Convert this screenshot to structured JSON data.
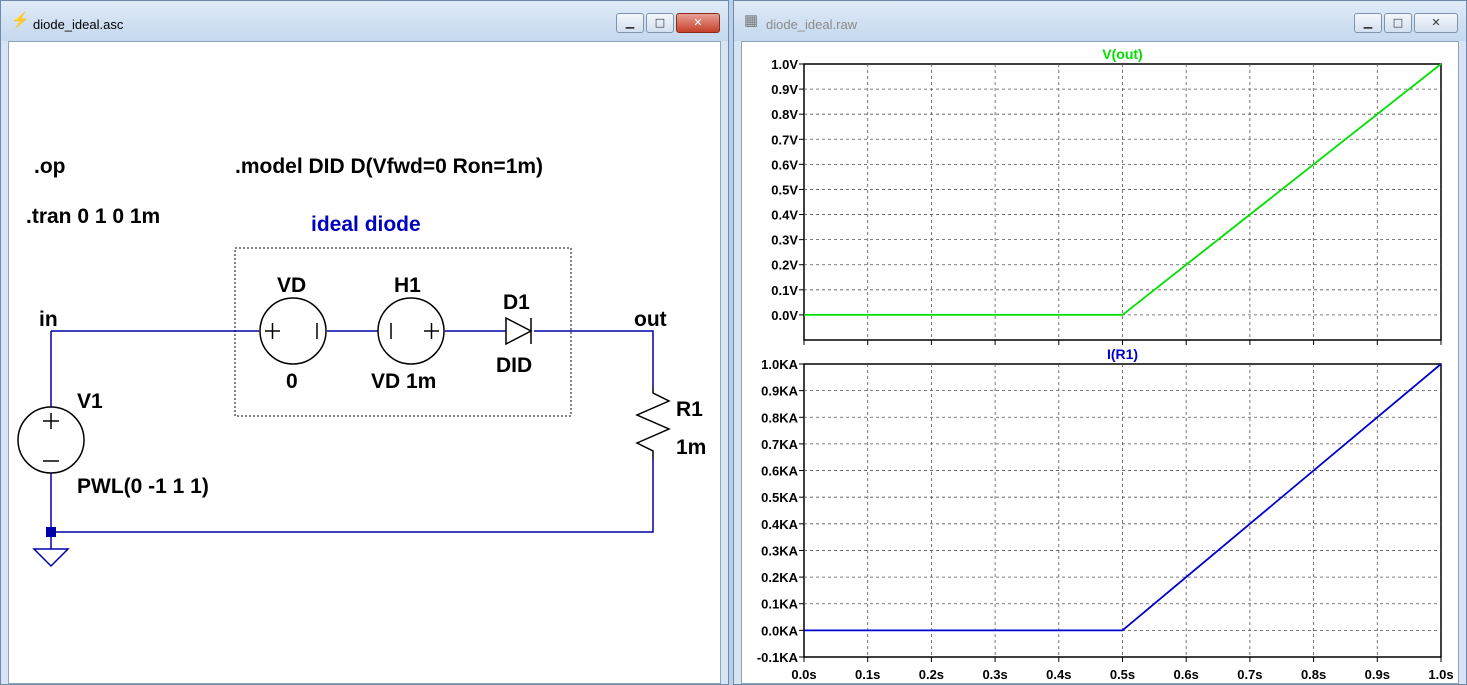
{
  "schematic_window": {
    "title": "diode_ideal.asc",
    "icon": "ltspice-schematic-icon",
    "buttons": {
      "minimize": "▁",
      "maximize": "□",
      "close": "✕"
    },
    "directives": [
      ".op",
      ".tran 0 1 0 1m",
      ".model DID D(Vfwd=0 Ron=1m)"
    ],
    "group_label": "ideal diode",
    "components": {
      "VD": {
        "name": "VD",
        "value": "0"
      },
      "H1": {
        "name": "H1",
        "value": "VD 1m"
      },
      "D1": {
        "name": "D1",
        "value": "DID"
      },
      "V1": {
        "name": "V1",
        "value": "PWL(0 -1 1 1)"
      },
      "R1": {
        "name": "R1",
        "value": "1m"
      }
    },
    "nets": {
      "in": "in",
      "out": "out"
    },
    "colors": {
      "wire": "#0000aa",
      "text": "#000000",
      "label": "#0000c0"
    }
  },
  "waveform_window": {
    "title": "diode_ideal.raw",
    "icon": "waveform-viewer-icon",
    "buttons": {
      "minimize": "▁",
      "maximize": "□",
      "close": "✕"
    },
    "x_tick_labels": [
      "0.0s",
      "0.1s",
      "0.2s",
      "0.3s",
      "0.4s",
      "0.5s",
      "0.6s",
      "0.7s",
      "0.8s",
      "0.9s",
      "1.0s"
    ],
    "chart_data": [
      {
        "type": "line",
        "title": "V(out)",
        "series": [
          {
            "name": "V(out)",
            "color": "#00e000",
            "x": [
              0,
              0.5,
              1.0
            ],
            "y": [
              0,
              0,
              1.0
            ]
          }
        ],
        "xlim": [
          0,
          1.0
        ],
        "ylim": [
          -0.1,
          1.0
        ],
        "y_tick_values": [
          0,
          0.1,
          0.2,
          0.3,
          0.4,
          0.5,
          0.6,
          0.7,
          0.8,
          0.9,
          1.0
        ],
        "y_tick_labels": [
          "0.0V",
          "0.1V",
          "0.2V",
          "0.3V",
          "0.4V",
          "0.5V",
          "0.6V",
          "0.7V",
          "0.8V",
          "0.9V",
          "1.0V"
        ],
        "grid": true
      },
      {
        "type": "line",
        "title": "I(R1)",
        "series": [
          {
            "name": "I(R1)",
            "color": "#0000d0",
            "x": [
              0,
              0.5,
              1.0
            ],
            "y": [
              0,
              0,
              1.0
            ]
          }
        ],
        "xlim": [
          0,
          1.0
        ],
        "ylim": [
          -0.1,
          1.0
        ],
        "y_tick_values": [
          -0.1,
          0,
          0.1,
          0.2,
          0.3,
          0.4,
          0.5,
          0.6,
          0.7,
          0.8,
          0.9,
          1.0
        ],
        "y_tick_labels": [
          "-0.1KA",
          "0.0KA",
          "0.1KA",
          "0.2KA",
          "0.3KA",
          "0.4KA",
          "0.5KA",
          "0.6KA",
          "0.7KA",
          "0.8KA",
          "0.9KA",
          "1.0KA"
        ],
        "grid": true
      }
    ]
  }
}
